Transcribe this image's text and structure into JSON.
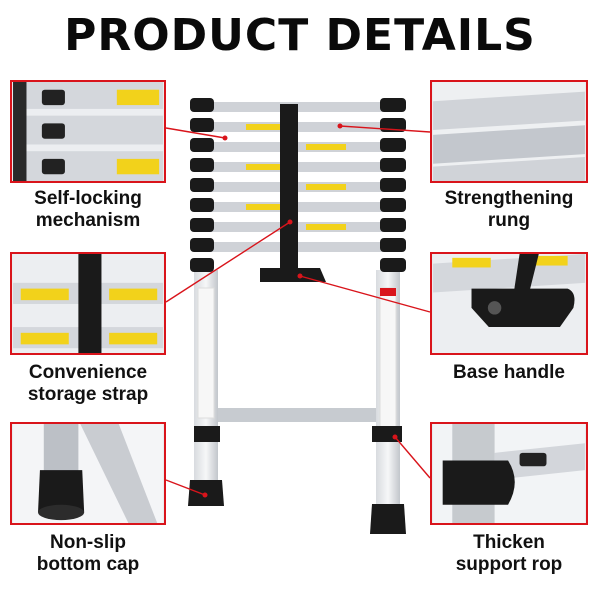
{
  "title": "PRODUCT DETAILS",
  "features": {
    "self_locking": {
      "line1": "Self-locking",
      "line2": "mechanism"
    },
    "strengthening": {
      "line1": "Strengthening",
      "line2": "rung"
    },
    "strap": {
      "line1": "Convenience",
      "line2": "storage strap"
    },
    "base_handle": {
      "line1": "Base handle"
    },
    "non_slip": {
      "line1": "Non-slip",
      "line2": "bottom cap"
    },
    "thicken": {
      "line1": "Thicken",
      "line2": "support rop"
    }
  },
  "colors": {
    "accent": "#d9141b",
    "aluminum": "#c9ccd1",
    "rubber": "#1a1a1a",
    "warning_label": "#f2d21b"
  }
}
